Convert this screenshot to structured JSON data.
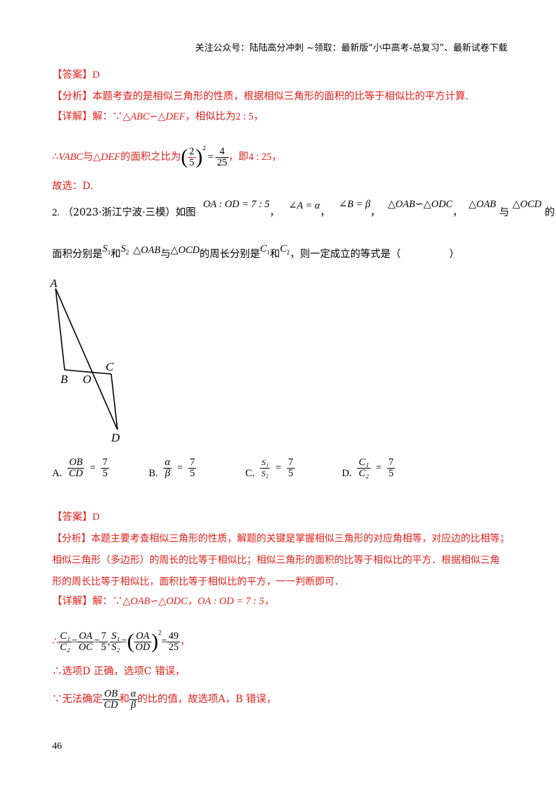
{
  "header": "关注公众号：陆陆高分冲刺 ~领取：最新版“小中高考-总复习”、最新试卷下载",
  "q1": {
    "answer_tag": "【答案】",
    "answer": "D",
    "analysis_tag": "【分析】",
    "analysis": "本题考查的是相似三角形的性质，根据相似三角形的面积的比等于相似比的平方计算.",
    "detail_tag": "【详解】",
    "detail_pre": "解：∵",
    "tri1": "△ABC∽△DEF",
    "ratio_text": "，相似比为",
    "ratio": "2 : 5",
    "line2_pre": "∴",
    "t1": "VABC",
    "and": "与",
    "t2": "△DEF",
    "area_text": "的面积之比为",
    "frac1": [
      "2",
      "5"
    ],
    "exp": "2",
    "eq": "=",
    "frac2": [
      "4",
      "25"
    ],
    "ie": "，即",
    "ratio2": "4 : 25",
    "end": "，",
    "choose": "故选：D."
  },
  "q2": {
    "num": "2.",
    "source": "（2023·浙江宁波·三模）如图",
    "cond1": "OA : OD = 7 : 5",
    "cond2": "∠A = α",
    "cond3": "∠B = β",
    "cond4": "△OAB∽△ODC",
    "t1": "△OAB",
    "and": "与",
    "t2": "△OCD",
    "de": "的",
    "line2_a": "面积分别是",
    "S1": "S",
    "he": "和",
    "S2": "S",
    "line2_b": "的周长分别是",
    "C1": "C",
    "C2": "C",
    "line2_c": "，则一定成立的等式是（",
    "line2_d": "）",
    "figure": {
      "labels": [
        "A",
        "B",
        "O",
        "C",
        "D"
      ]
    },
    "options": [
      {
        "letter": "A.",
        "num": "OB",
        "den": "CD",
        "val": "7",
        "vden": "5"
      },
      {
        "letter": "B.",
        "num": "α",
        "den": "β",
        "val": "7",
        "vden": "5"
      },
      {
        "letter": "C.",
        "num": "S₁",
        "den": "S₂",
        "val": "7",
        "vden": "5"
      },
      {
        "letter": "D.",
        "num": "C₁",
        "den": "C₂",
        "val": "7",
        "vden": "5"
      }
    ],
    "answer_tag": "【答案】",
    "answer": "D",
    "analysis_tag": "【分析】",
    "analysis1": "本题主要考查相似三角形的性质，解题的关键是掌握相似三角形的对应角相等，对应边的比相等；",
    "analysis2": "相似三角形（多边形）的周长的比等于相似比；相似三角形的面积的比等于相似比的平方．根据相似三角",
    "analysis3": "形的周长比等于相似比，面积比等于相似比的平方，一一判断即可．",
    "detail_tag": "【详解】",
    "detail_pre": "解：∵",
    "detail_tri": "△OAB∽△ODC",
    "detail_cond": "，OA : OD = 7 : 5，",
    "l2_pre": "∴",
    "l2_c": [
      "C₁",
      "C₂"
    ],
    "l2_oa": [
      "OA",
      "OC"
    ],
    "l2_75": [
      "7",
      "5"
    ],
    "l2_s": [
      "S₁",
      "S₂"
    ],
    "l2_oaod": [
      "OA",
      "OD"
    ],
    "l2_exp": "2",
    "l2_49": [
      "49",
      "25"
    ],
    "l3": "∴选项D 正确，选项C 错误，",
    "l4_pre": "∵无法确定",
    "l4_f1": [
      "OB",
      "CD"
    ],
    "l4_he": "和",
    "l4_f2": [
      "α",
      "β"
    ],
    "l4_post": "的比的值，故选项A，B 错误，"
  },
  "page_number": "46"
}
